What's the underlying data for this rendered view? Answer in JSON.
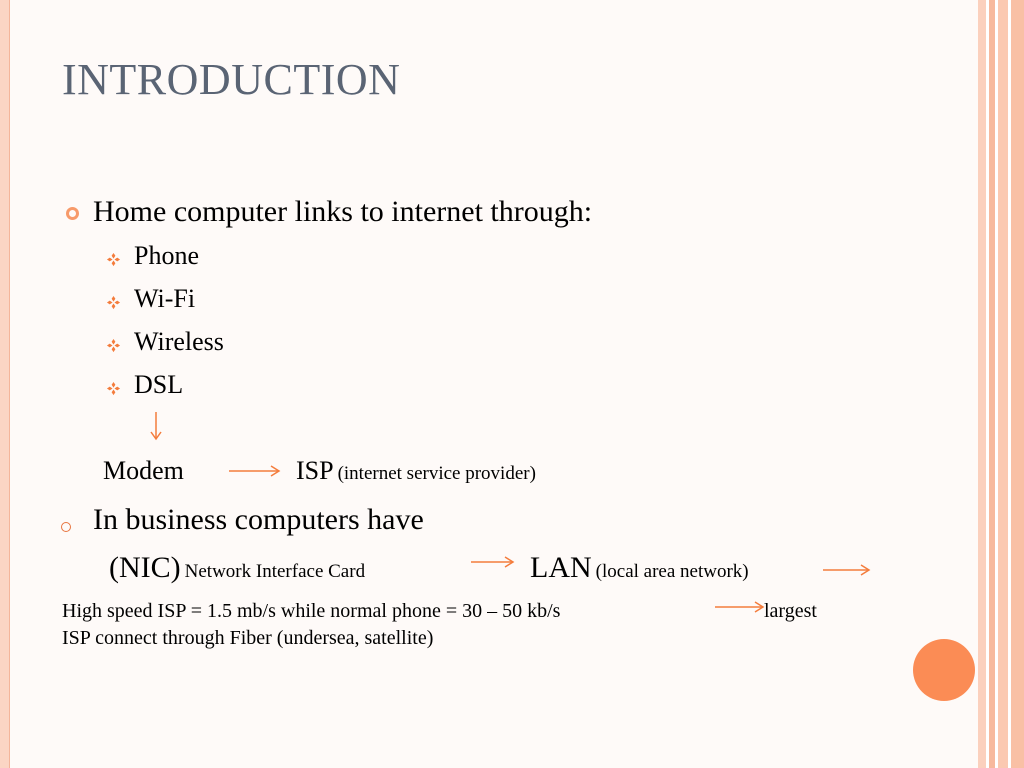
{
  "slide": {
    "title": "INTRODUCTION",
    "main_point": "Home computer links to internet through:",
    "sub_items": [
      "Phone",
      "Wi-Fi",
      "Wireless",
      "DSL"
    ],
    "modem": "Modem",
    "isp": "ISP",
    "isp_full": "(internet service provider)",
    "business_point": "In  business computers have",
    "nic": "(NIC)",
    "nic_full": "Network Interface Card",
    "lan": "LAN",
    "lan_full": "(local area network)",
    "speed_text": "High speed ISP = 1.5 mb/s while normal phone = 30 – 50 kb/s",
    "largest": "largest",
    "fiber_text": "ISP connect through Fiber (undersea, satellite)"
  },
  "colors": {
    "accent": "#fb8c55",
    "title": "#5a6474",
    "frame": "#fbd5c4"
  }
}
